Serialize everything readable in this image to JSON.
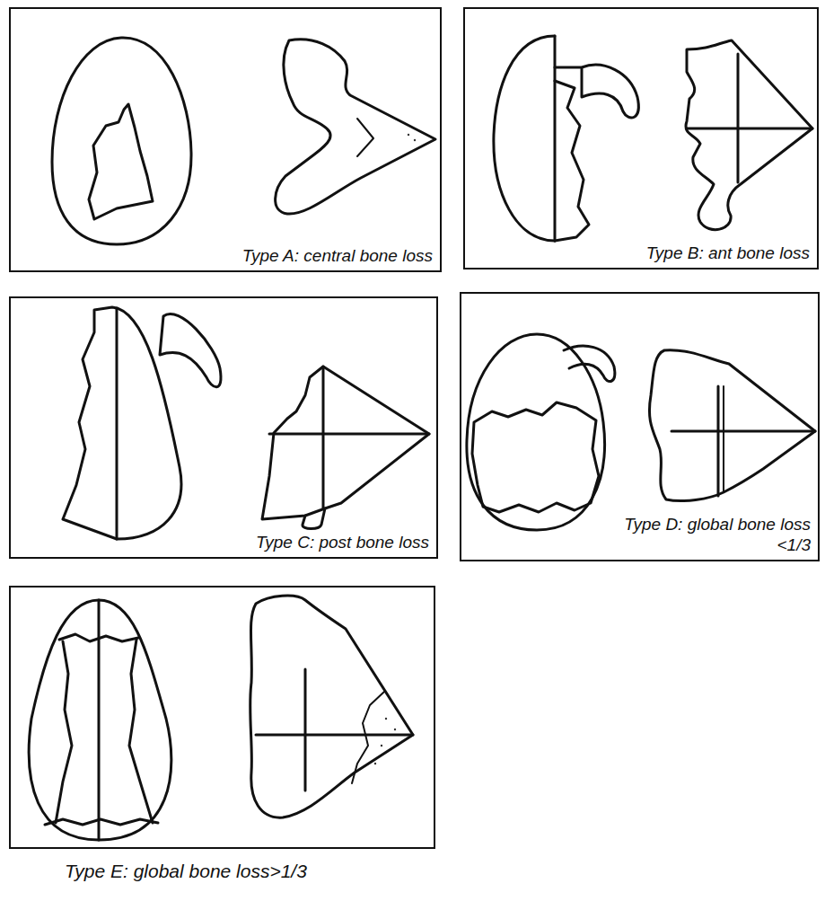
{
  "diagram": {
    "nodes": [
      {
        "text": [
          "Type A: central bone loss"
        ]
      },
      {
        "text": [
          "Type B: ant bone loss"
        ]
      },
      {
        "text": [
          "Type C: post bone loss"
        ]
      },
      {
        "text": [
          "Type D: global bone loss <1/3"
        ]
      },
      {
        "text": [
          "Type E: global bone loss>1/3"
        ]
      }
    ]
  }
}
